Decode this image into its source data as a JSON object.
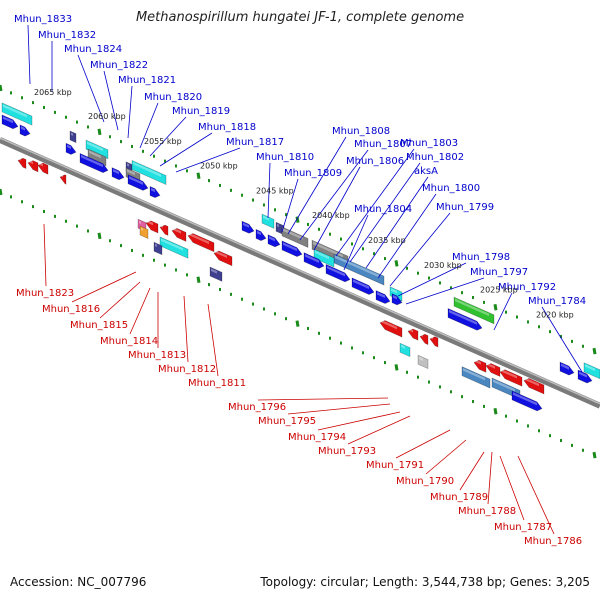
{
  "title": "Methanospirillum hungatei JF-1, complete genome",
  "footer": {
    "accession": "Accession: NC_007796",
    "topology": "Topology: circular; Length: 3,544,738 bp; Genes: 3,205"
  },
  "colors": {
    "forward_label": "#0000cc",
    "reverse_label": "#cc0000",
    "backbone": "#7a7a7a",
    "tick": "#1a8a1a",
    "gene_blue": "#1010e0",
    "gene_red": "#e01010",
    "gene_cyan": "#20e0e0",
    "gene_green": "#30c030",
    "gene_steel": "#4a86c0",
    "gene_gray": "#808080",
    "gene_navy": "#404090"
  },
  "kbp_labels": [
    "2065 kbp",
    "2060 kbp",
    "2055 kbp",
    "2050 kbp",
    "2045 kbp",
    "2040 kbp",
    "2035 kbp",
    "2030 kbp",
    "2025 kbp",
    "2020 kbp"
  ],
  "forward_genes": [
    "Mhun_1833",
    "Mhun_1832",
    "Mhun_1824",
    "Mhun_1822",
    "Mhun_1821",
    "Mhun_1820",
    "Mhun_1819",
    "Mhun_1818",
    "Mhun_1817",
    "Mhun_1810",
    "Mhun_1809",
    "Mhun_1808",
    "Mhun_1807",
    "Mhun_1806",
    "Mhun_1803",
    "Mhun_1802",
    "aksA",
    "Mhun_1800",
    "Mhun_1804",
    "Mhun_1799",
    "Mhun_1798",
    "Mhun_1797",
    "Mhun_1792",
    "Mhun_1784"
  ],
  "reverse_genes": [
    "Mhun_1823",
    "Mhun_1816",
    "Mhun_1815",
    "Mhun_1814",
    "Mhun_1813",
    "Mhun_1812",
    "Mhun_1811",
    "Mhun_1796",
    "Mhun_1795",
    "Mhun_1794",
    "Mhun_1793",
    "Mhun_1791",
    "Mhun_1790",
    "Mhun_1789",
    "Mhun_1788",
    "Mhun_1787",
    "Mhun_1786"
  ]
}
